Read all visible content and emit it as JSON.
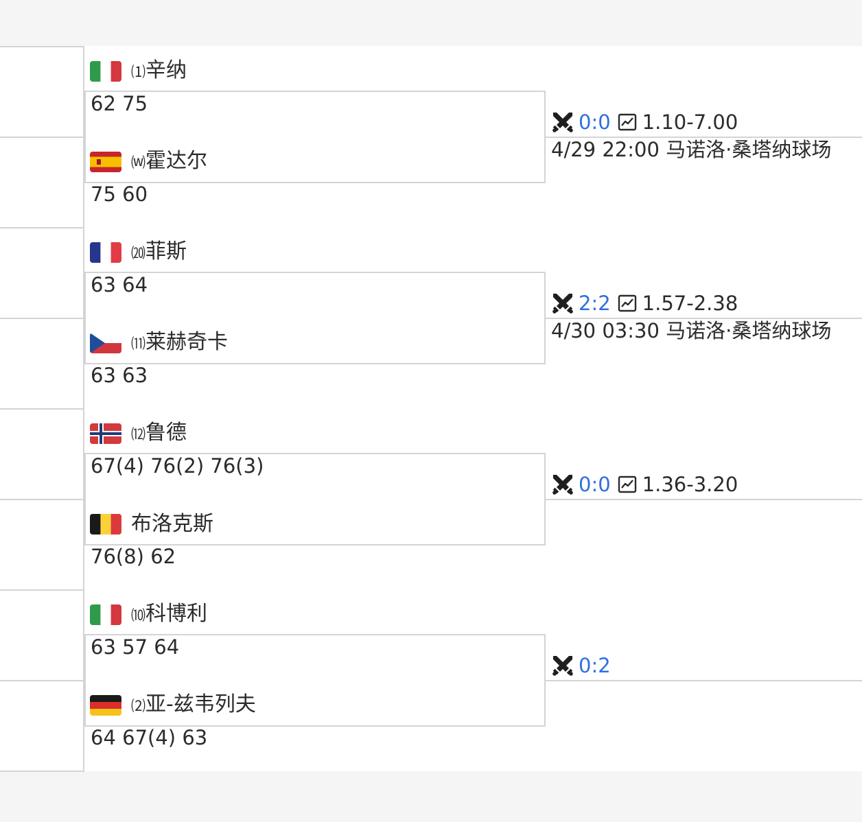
{
  "colors": {
    "h2h_link": "#2f6fe0",
    "border": "#d4d4d4",
    "text": "#2b2b2b"
  },
  "icons": {
    "h2h": "crossed-swords-icon",
    "odds": "trend-chart-icon"
  },
  "matches": [
    {
      "players": [
        {
          "flag": "italy",
          "seed": "⑴",
          "name": "辛纳",
          "scores": "62 75"
        },
        {
          "flag": "spain",
          "seed": "⒲",
          "name": "霍达尔",
          "scores": "75 60"
        }
      ],
      "h2h": "0:0",
      "odds": "1.10-7.00",
      "info": "4/29 22:00 马诺洛·桑塔纳球场"
    },
    {
      "players": [
        {
          "flag": "france",
          "seed": "⒇",
          "name": "菲斯",
          "scores": "63 64"
        },
        {
          "flag": "czech",
          "seed": "⑾",
          "name": "莱赫奇卡",
          "scores": "63 63"
        }
      ],
      "h2h": "2:2",
      "odds": "1.57-2.38",
      "info": "4/30 03:30 马诺洛·桑塔纳球场"
    },
    {
      "players": [
        {
          "flag": "norway",
          "seed": "⑿",
          "name": "鲁德",
          "scores": "67(4) 76(2) 76(3)"
        },
        {
          "flag": "belgium",
          "seed": "",
          "name": "布洛克斯",
          "scores": "76(8) 62"
        }
      ],
      "h2h": "0:0",
      "odds": "1.36-3.20",
      "info": ""
    },
    {
      "players": [
        {
          "flag": "italy",
          "seed": "⑽",
          "name": "科博利",
          "scores": "63 57 64"
        },
        {
          "flag": "germany",
          "seed": "⑵",
          "name": "亚-兹韦列夫",
          "scores": "64 67(4) 63"
        }
      ],
      "h2h": "0:2",
      "odds": "",
      "info": ""
    }
  ]
}
